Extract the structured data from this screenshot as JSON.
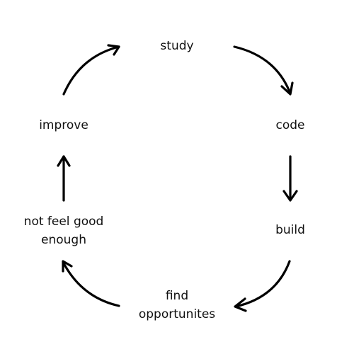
{
  "diagram": {
    "nodes": {
      "study": "study",
      "code": "code",
      "build": "build",
      "find": {
        "line1": "find",
        "line2": "opportunites"
      },
      "not_feel_good": {
        "line1": "not feel good",
        "line2": "enough"
      },
      "improve": "improve"
    },
    "colors": {
      "text": "#111111",
      "arrows": "#000000",
      "background": "#ffffff"
    }
  }
}
